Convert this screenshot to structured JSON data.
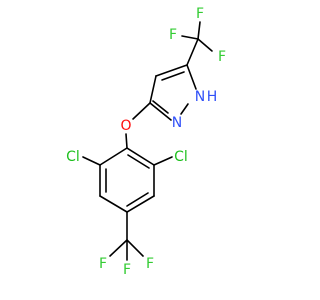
{
  "molecule": {
    "atoms": {
      "f_top_left": "F",
      "f_top_mid": "F",
      "f_top_right": "F",
      "nh": "H",
      "n1": "N",
      "n2": "N",
      "o": "O",
      "cl_left": "Cl",
      "cl_right": "Cl",
      "f_bot_left": "F",
      "f_bot_right": "F",
      "f_bot_mid": "F"
    },
    "colors": {
      "bond": "#000000",
      "fluorine": "#33cc33",
      "chlorine": "#1fc01f",
      "nitrogen": "#3050f8",
      "oxygen": "#ff0d0d"
    }
  }
}
